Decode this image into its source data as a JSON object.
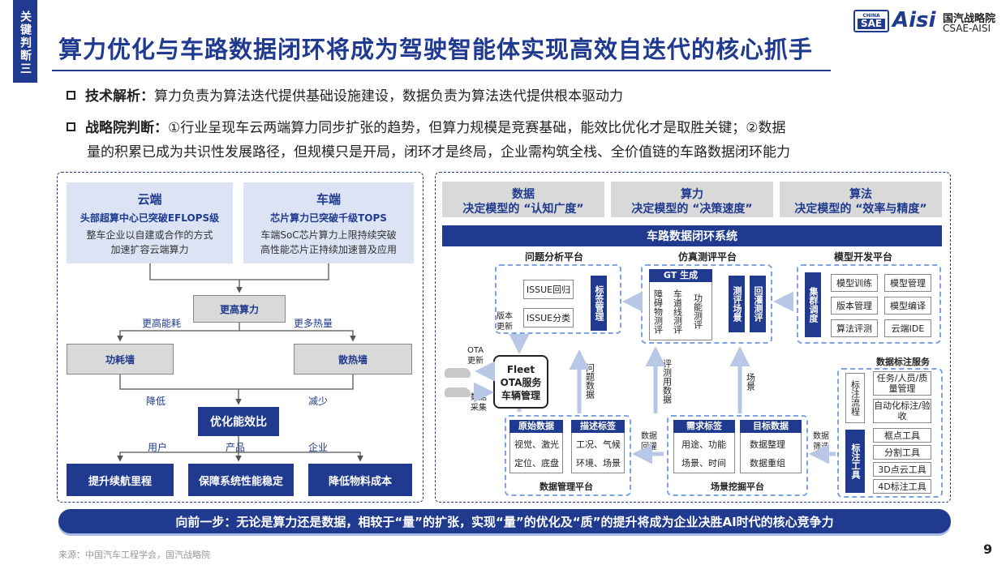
{
  "side_tab": "关键判断三",
  "title": "算力优化与车路数据闭环将成为驾驶智能体实现高效自迭代的核心抓手",
  "logo": {
    "china": "CHINA",
    "sae": "SAE",
    "aisi": "Aisi",
    "org_cn": "国汽战略院",
    "org_en": "CSAE-AISI"
  },
  "bullets": {
    "b1_label": "技术解析：",
    "b1_text": "算力负责为算法迭代提供基础设施建设，数据负责为算法迭代提供根本驱动力",
    "b2_label": "战略院判断：",
    "b2_line1": "①行业呈现车云两端算力同步扩张的趋势，但算力规模是竞赛基础，能效比优化才是取胜关键；②数据",
    "b2_line2": "量的积累已成为共识性发展路径，但规模只是开局，闭环才是终局，企业需构筑全栈、全价值链的车路数据闭环能力"
  },
  "left": {
    "cloud": {
      "title": "云端",
      "sub": "头部超算中心已突破EFLOPS级",
      "body1": "整车企业以自建或合作的方式",
      "body2": "加速扩容云端算力"
    },
    "vehicle": {
      "title": "车端",
      "sub": "芯片算力已突破千级TOPS",
      "body1": "车端SoC芯片算力上限持续突破",
      "body2": "高性能芯片正持续加速普及应用"
    },
    "more_power": "更高算力",
    "higher_energy": "更高能耗",
    "more_heat": "更多热量",
    "power_wall": "功耗墙",
    "heat_wall": "散热墙",
    "reduce": "降低",
    "decrease": "减少",
    "optimize": "优化能效比",
    "user": "用户",
    "product": "产品",
    "enterprise": "企业",
    "out1": "提升续航里程",
    "out2": "保障系统性能稳定",
    "out3": "降低物料成本"
  },
  "right": {
    "h1_title": "数据",
    "h1_sub": "决定模型的 “认知广度”",
    "h2_title": "算力",
    "h2_sub": "决定模型的 “决策速度”",
    "h3_title": "算法",
    "h3_sub": "决定模型的 “效率与精度”",
    "system": "车路数据闭环系统",
    "p1": "问题分析平台",
    "p2": "仿真测评平台",
    "p3": "模型开发平台",
    "issue1": "ISSUE回归",
    "issue2": "ISSUE分类",
    "tag_mgmt": "标签管理",
    "version_update": "版本更新",
    "gt": "GT 生成",
    "obstacle": "障碍物测评",
    "lane": "车道线测评",
    "function": "功能测评",
    "scene_test": "测评场景",
    "replay_test": "回灌测评",
    "cluster": "集群调度",
    "m1": "模型训练",
    "m2": "模型管理",
    "m3": "版本管理",
    "m4": "模型编译",
    "m5": "算法评测",
    "m6": "云端IDE",
    "ota_update": "OTA更新",
    "fleet": "Fleet",
    "fleet2": "OTA服务",
    "fleet3": "车辆管理",
    "data_collect": "数据采集",
    "issue_data": "问题数据",
    "eval_data": "评测用数据",
    "scene": "场景",
    "label_service": "数据标注服务",
    "label_flow": "标注流程",
    "label_tool": "标注工具",
    "l1": "任务/人员/质量管理",
    "l2": "自动化标注/验收",
    "t1": "框点工具",
    "t2": "分割工具",
    "t3": "3D点云工具",
    "t4": "4D标注工具",
    "raw_hd": "原始数据",
    "raw1": "视觉、激光",
    "raw2": "定位、底盘",
    "desc_hd": "描述标签",
    "desc1": "工况、气候",
    "desc2": "环境、场景",
    "data_mgmt": "数据管理平台",
    "replay": "数据回灌",
    "req_hd": "需求标签",
    "req1": "用途、功能",
    "req2": "场景、时间",
    "tgt_hd": "目标数据",
    "tgt1": "数据整理",
    "tgt2": "数据重组",
    "scene_mine": "场景挖掘平台",
    "filter": "数据筛选"
  },
  "bottom_bar": "向前一步：无论是算力还是数据，相较于“量”的扩张，实现“量”的优化及“质”的提升将成为企业决胜AI时代的核心竞争力",
  "source": "来源：中国汽车工程学会，国汽战略院",
  "page": "9"
}
